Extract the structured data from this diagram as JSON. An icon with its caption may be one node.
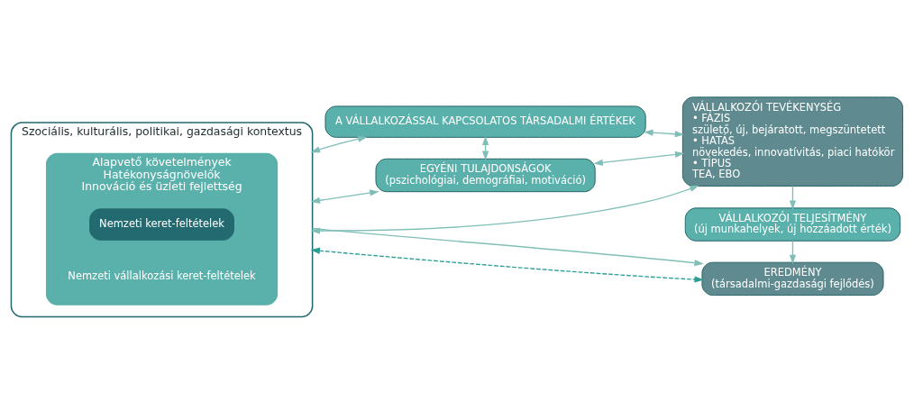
{
  "diagram": {
    "nodes": [
      {
        "text": [
          "Szociális, kulturális, politikai, gazdasági kontextus"
        ]
      },
      {
        "text": [
          "Alapvető követelmények",
          "Hatékonyságnövelők",
          "Innováció és üzleti fejlettség"
        ],
        "in": 0
      },
      {
        "text": [
          "Nemzeti keret-feltételek"
        ],
        "in": 1
      },
      {
        "text": [
          "Nemzeti vállalkozási keret-feltételek"
        ],
        "in": 1
      },
      {
        "text": [
          "A VÁLLALKOZÁSSAL KAPCSOLATOS TÁRSADALMI ÉRTÉKEK"
        ]
      },
      {
        "text": [
          "EGYÉNI TULAJDONSÁGOK",
          "(pszichológiai, demográfiai, motiváció)"
        ]
      },
      {
        "text": [
          "EREDMÉNY",
          "(társadalmi-gazdasági fejlődés)"
        ]
      },
      {
        "text": [
          "VÁLLALKOZÓI TELJESÍTMÉNY",
          "(új munkahelyek, új hozzáadott érték)"
        ]
      },
      {
        "text": [
          "VÁLLALKOZÓI TEVÉKENYSÉG",
          "• FÁZIS",
          "születő, új, bejáratott, megszüntetett",
          "• HATÁS",
          "növekedés, innovatívitás, piaci hatókör",
          "• TÍPUS",
          "TEA, EBO"
        ]
      }
    ],
    "edges": [
      {
        "from": 0,
        "to": 6,
        "arrow": "both",
        "style": "dashed",
        "color": "#2a9d94"
      },
      {
        "from": 0,
        "to": 6,
        "arrow": "to"
      },
      {
        "from": 7,
        "to": 6,
        "arrow": "to"
      },
      {
        "from": 8,
        "to": 7,
        "arrow": "to"
      },
      {
        "from": 0,
        "to": 4,
        "arrow": "both"
      },
      {
        "from": 4,
        "to": 5,
        "arrow": "both"
      },
      {
        "from": 0,
        "to": 5,
        "arrow": "both"
      },
      {
        "from": 4,
        "to": 8,
        "arrow": "both"
      },
      {
        "from": 5,
        "to": 8,
        "arrow": "both"
      },
      {
        "from": 0,
        "to": 8,
        "arrow": "both"
      }
    ]
  }
}
